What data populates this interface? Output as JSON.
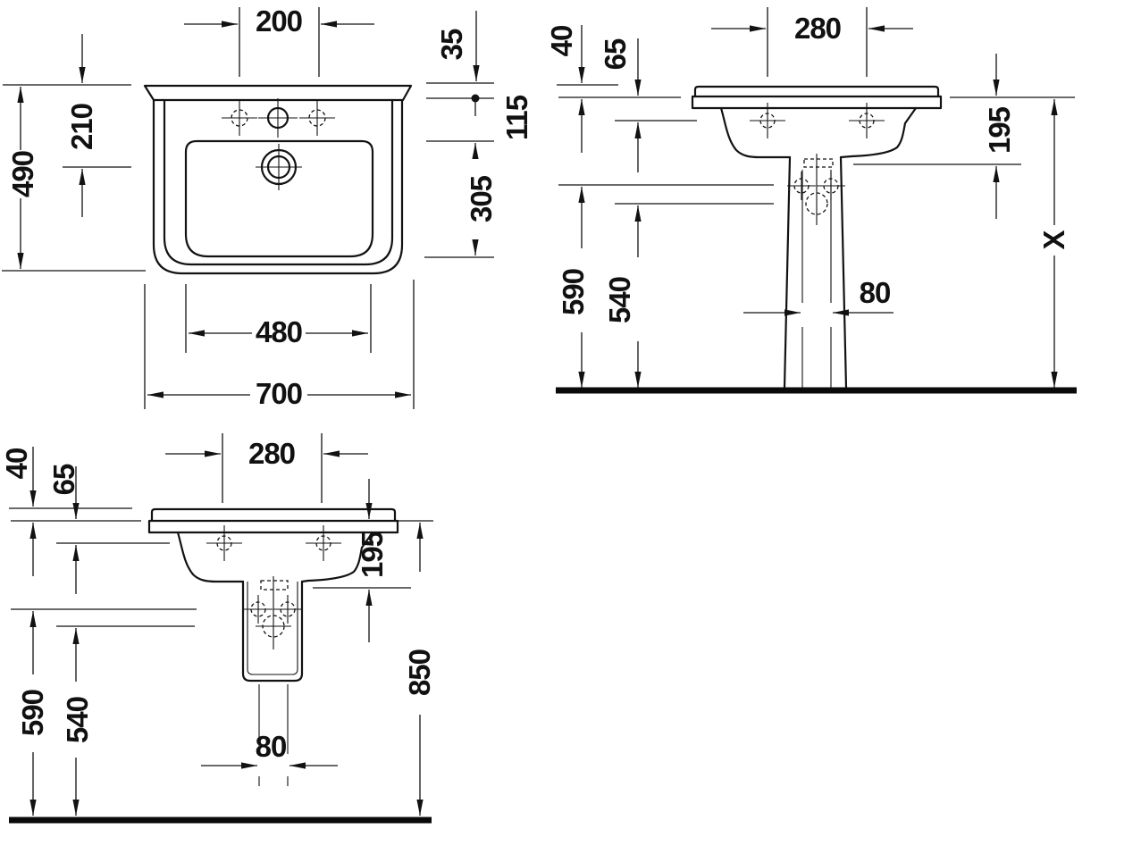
{
  "drawing": {
    "type": "washbasin-installation-dimension-drawing",
    "colors": {
      "line": "#121212",
      "background": "#ffffff"
    },
    "views": {
      "front": {
        "dims": {
          "tap_spacing": "200",
          "rim_height": "35",
          "rim_to_bowl_top": "115",
          "bowl_height": "305",
          "top_to_drain": "210",
          "overall_height": "490",
          "bowl_width": "480",
          "overall_width": "700"
        }
      },
      "side_pedestal": {
        "dims": {
          "tap_setback": "280",
          "rim_edge": "40",
          "top_to_tap_axis": "65",
          "body_depth": "195",
          "bolt_height": "590",
          "drain_height": "540",
          "outlet_width": "80",
          "install_height": "X"
        }
      },
      "side_semipedestal": {
        "dims": {
          "tap_setback": "280",
          "rim_edge": "40",
          "top_to_tap_axis": "65",
          "body_depth": "195",
          "bolt_height": "590",
          "drain_height": "540",
          "outlet_width": "80",
          "install_height": "850"
        }
      }
    }
  }
}
